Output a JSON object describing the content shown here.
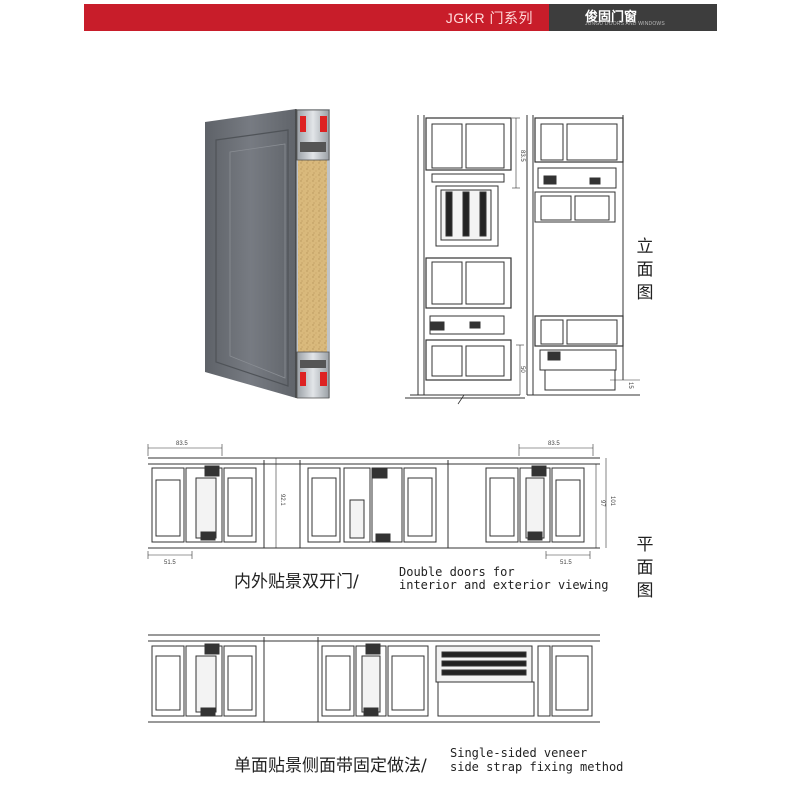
{
  "header": {
    "series": "JGKR 门系列",
    "brand": "俊固门窗",
    "brand_sub": "JUNGU DOORS AND WINDOWS"
  },
  "labels": {
    "elevation": "立面图",
    "plan": "平面图"
  },
  "captions": {
    "double": {
      "zh": "内外贴景双开门/",
      "en_line1": "Double doors for",
      "en_line2": "interior and exterior viewing"
    },
    "single": {
      "zh": "单面贴景侧面带固定做法/",
      "en_line1": "Single-sided veneer",
      "en_line2": "side strap fixing method"
    }
  },
  "dimensions": {
    "elev_top": "83.5",
    "elev_bottom": "50",
    "elev_small": "15",
    "plan_left_top": "83.5",
    "plan_right_top": "83.5",
    "plan_left_bottom": "51.5",
    "plan_right_bottom": "51.5",
    "plan_center": "92.1",
    "plan_right_a": "97",
    "plan_right_b": "101"
  },
  "colors": {
    "header_red": "#c81d2a",
    "header_dark": "#3d3d3d",
    "panel": "#6d7178",
    "core": "#d9b97c"
  }
}
